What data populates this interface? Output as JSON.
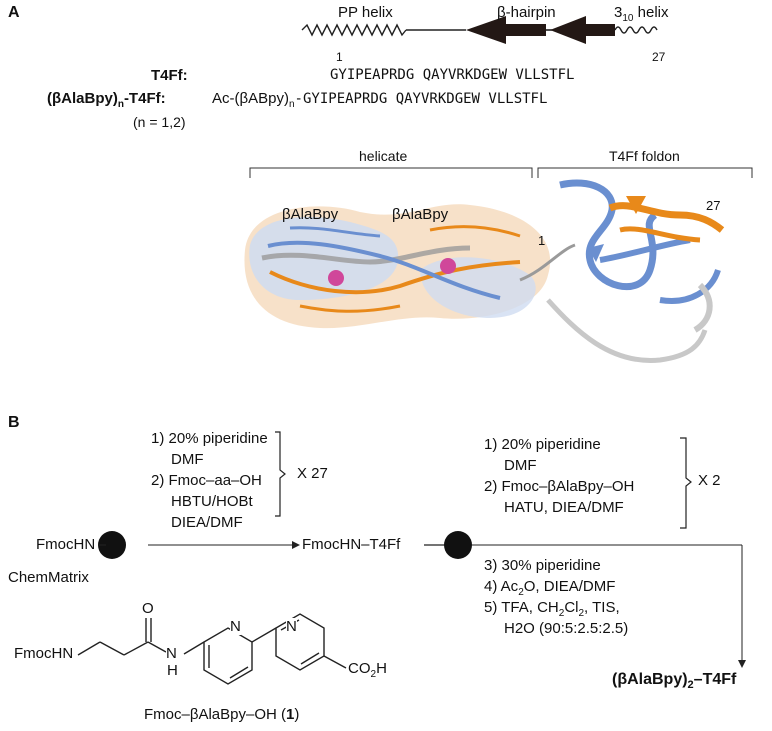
{
  "panelA": {
    "label": "A",
    "topology": {
      "pp": "PP helix",
      "hairpin": "β-hairpin",
      "h310_base": "3",
      "h310_sub": "10",
      "h310_rest": " helix"
    },
    "res_start": "1",
    "res_end": "27",
    "t4ff_label": "T4Ff:",
    "t4ff_seq": "GYIPEAPRDG QAYVRKDGEW VLLSTFL",
    "conj_label_pre": "(βAlaBpy)",
    "conj_label_sub": "n",
    "conj_label_post": "-T4Ff:",
    "conj_seq_pre": "Ac-(βABpy)",
    "conj_seq_sub": "n",
    "conj_seq_post": "-GYIPEAPRDG QAYVRKDGEW VLLSTFL",
    "n_note": "(n = 1,2)",
    "helicate_label": "helicate",
    "foldon_label": "T4Ff foldon",
    "bala1": "βAlaBpy",
    "bala2": "βAlaBpy",
    "struct_1": "1",
    "struct_27": "27"
  },
  "panelB": {
    "label": "B",
    "step1": "1) 20% piperidine",
    "step1b": "DMF",
    "step2": "2) Fmoc–aa–OH",
    "step2b": "HBTU/HOBt",
    "step2c": "DIEA/DMF",
    "repeat1": "X 27",
    "start": "FmocHN",
    "resin": "ChemMatrix",
    "mid": "FmocHN–T4Ff",
    "r_step1": "1) 20% piperidine",
    "r_step1b": "DMF",
    "r_step2": "2) Fmoc–βAlaBpy–OH",
    "r_step2b": "HATU, DIEA/DMF",
    "repeat2": "X 2",
    "r_step3": "3) 30% piperidine",
    "r_step4_pre": "4) Ac",
    "r_step4_sub": "2",
    "r_step4_post": "O, DIEA/DMF",
    "r_step5_pre": "5) TFA, CH",
    "r_step5_sub1": "2",
    "r_step5_mid": "Cl",
    "r_step5_sub2": "2",
    "r_step5_post": ", TIS,",
    "r_step5b": "H2O (90:5:2.5:2.5)",
    "product_pre": "(βAlaBpy)",
    "product_sub": "2",
    "product_post": "–T4Ff",
    "mol": {
      "o": "O",
      "fmochn": "FmocHN",
      "nh_n": "N",
      "nh_h": "H",
      "n1": "N",
      "n2": "N",
      "co2h_pre": "CO",
      "co2h_sub": "2",
      "co2h_post": "H"
    },
    "mol_name_pre": "Fmoc–βAlaBpy–OH (",
    "mol_name_num": "1",
    "mol_name_post": ")"
  },
  "colors": {
    "orange": "#e8891a",
    "blue": "#6a8fd0",
    "grey": "#b8b8b8",
    "magenta": "#d0479a",
    "arrow": "#231815"
  }
}
